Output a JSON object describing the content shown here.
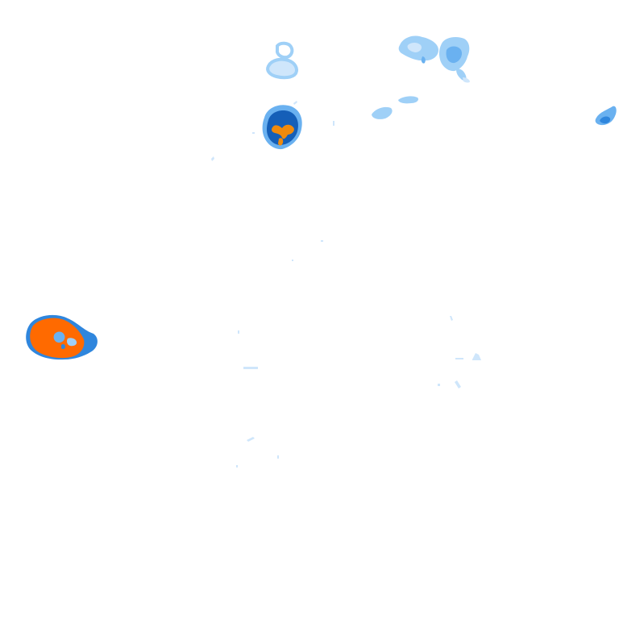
{
  "map": {
    "background_color": "#ffffff",
    "legend_visible": false,
    "labels_visible": false,
    "intensity_colors": {
      "very_light": "#cfe6fb",
      "light": "#9fd0f7",
      "moderate": "#6ab1f0",
      "medium": "#2f86dd",
      "heavy": "#155fb8",
      "intense": "#f08a0c",
      "extreme": "#ff6a00"
    },
    "cells": [
      {
        "name": "west-intense-cell",
        "core_level": "extreme"
      },
      {
        "name": "north-central-cell",
        "core_level": "intense"
      },
      {
        "name": "north-ring-cell",
        "core_level": "light"
      },
      {
        "name": "northeast-cluster-a",
        "core_level": "light"
      },
      {
        "name": "northeast-cluster-b",
        "core_level": "moderate"
      },
      {
        "name": "northeast-small-streak",
        "core_level": "light"
      },
      {
        "name": "east-edge-cell",
        "core_level": "medium"
      }
    ]
  }
}
